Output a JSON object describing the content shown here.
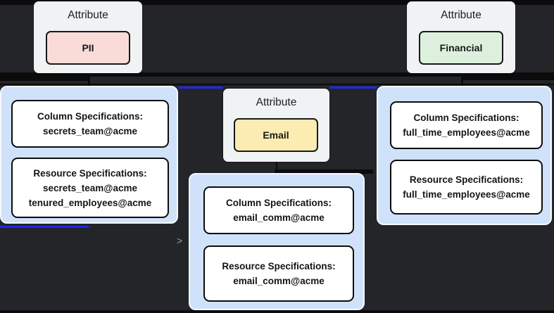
{
  "attributes": {
    "pii": {
      "title": "Attribute",
      "badge": "PII"
    },
    "email": {
      "title": "Attribute",
      "badge": "Email"
    },
    "financial": {
      "title": "Attribute",
      "badge": "Financial"
    }
  },
  "specs": {
    "pii": {
      "column_title": "Column Specifications:",
      "column_value": "secrets_team@acme",
      "resource_title": "Resource Specifications:",
      "resource_values": [
        "secrets_team@acme",
        "tenured_employees@acme"
      ]
    },
    "email": {
      "column_title": "Column Specifications:",
      "column_value": "email_comm@acme",
      "resource_title": "Resource Specifications:",
      "resource_values": [
        "email_comm@acme"
      ]
    },
    "financial": {
      "column_title": "Column Specifications:",
      "column_value": "full_time_employees@acme",
      "resource_title": "Resource Specifications:",
      "resource_values": [
        "full_time_employees@acme"
      ]
    }
  },
  "glyphs": {
    "edge_arrow": ">"
  },
  "colors": {
    "background": "#232528",
    "edge_band": "#0b0b0c",
    "edge_blue": "#2127f0",
    "attribute_card_bg": "#f1f2f3",
    "group_bg": "#cfe2fa",
    "group_border": "#f6f9fe",
    "spec_border": "#0c0c0c",
    "pii_badge_bg": "#fadbd8",
    "email_badge_bg": "#fbecb2",
    "financial_badge_bg": "#ddf0dd",
    "arrow_gray": "#9aa2aa"
  }
}
